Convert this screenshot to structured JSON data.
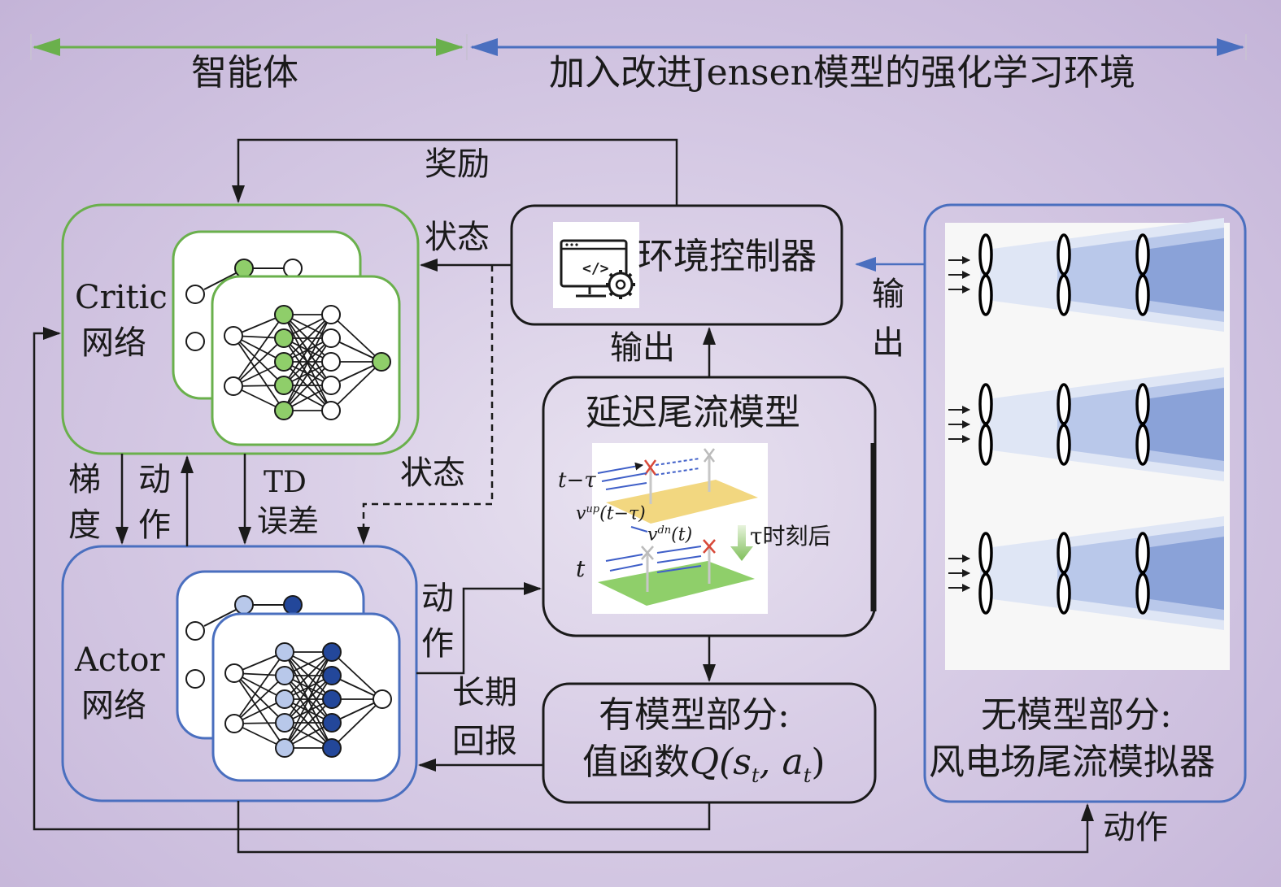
{
  "header": {
    "agent": "智能体",
    "environment": "加入改进Jensen模型的强化学习环境"
  },
  "arrows": {
    "reward": "奖励",
    "state_top": "状态",
    "state_dashed": "状态",
    "output_up": "输出",
    "output_right_1": "输",
    "output_right_2": "出",
    "gradient_1": "梯",
    "gradient_2": "度",
    "action_left_1": "动",
    "action_left_2": "作",
    "td_1": "TD",
    "td_2": "误差",
    "action_mid_1": "动",
    "action_mid_2": "作",
    "return_1": "长期",
    "return_2": "回报",
    "action_bottom": "动作"
  },
  "critic": {
    "name_1": "Critic",
    "name_2": "网络"
  },
  "actor": {
    "name_1": "Actor",
    "name_2": "网络"
  },
  "env_controller": {
    "label": "环境控制器",
    "icon": "code-monitor-gear-icon"
  },
  "delayed_wake": {
    "title": "延迟尾流模型",
    "label_t_minus_tau": "t−τ",
    "label_vup": "v",
    "label_vup_sup": "up",
    "label_vup_arg": "(t−τ)",
    "label_vdn": "v",
    "label_vdn_sup": "dn",
    "label_vdn_arg": "(t)",
    "label_tau_after": "τ时刻后",
    "label_t": "t"
  },
  "model_based": {
    "title": "有模型部分:",
    "value_prefix": "值函数",
    "value_expr": "Q(s",
    "value_sub1": "t",
    "value_mid": ", a",
    "value_sub2": "t",
    "value_end": ")"
  },
  "model_free": {
    "title": "无模型部分:",
    "subtitle": "风电场尾流模拟器"
  },
  "colors": {
    "green": "#6ab04c",
    "blue": "#4a6fbf",
    "critic_node": "#8fce6a",
    "actor_light": "#b8c8ea",
    "actor_dark": "#23479a",
    "wake_blue": "#8aa2d8"
  }
}
